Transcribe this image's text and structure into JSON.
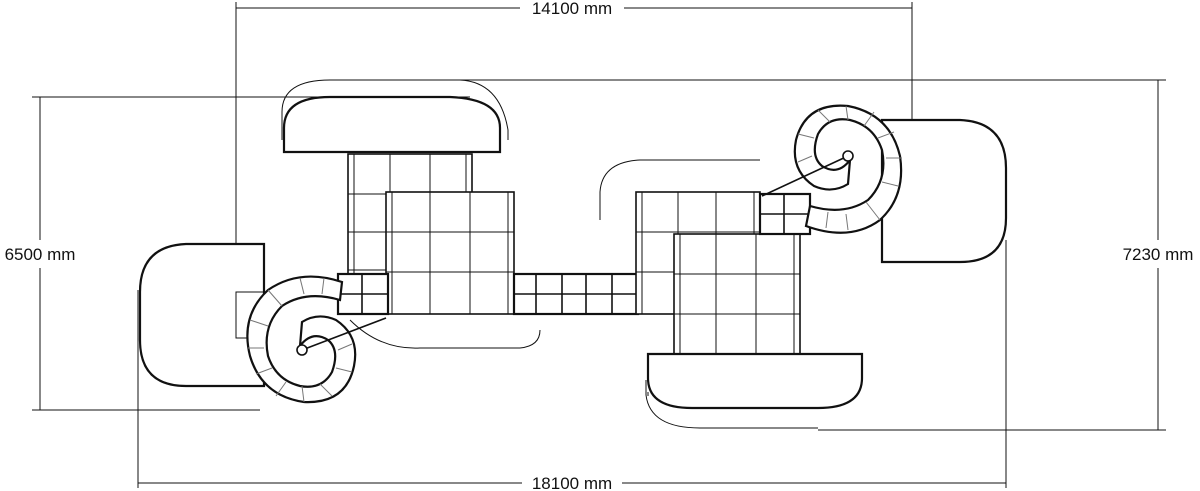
{
  "dimensions": {
    "top_width": "14100 mm",
    "bottom_width": "18100 mm",
    "left_height": "6500 mm",
    "right_height": "7230 mm"
  },
  "colors": {
    "line": "#111111",
    "secondary_line": "#777777",
    "background": "#ffffff"
  }
}
